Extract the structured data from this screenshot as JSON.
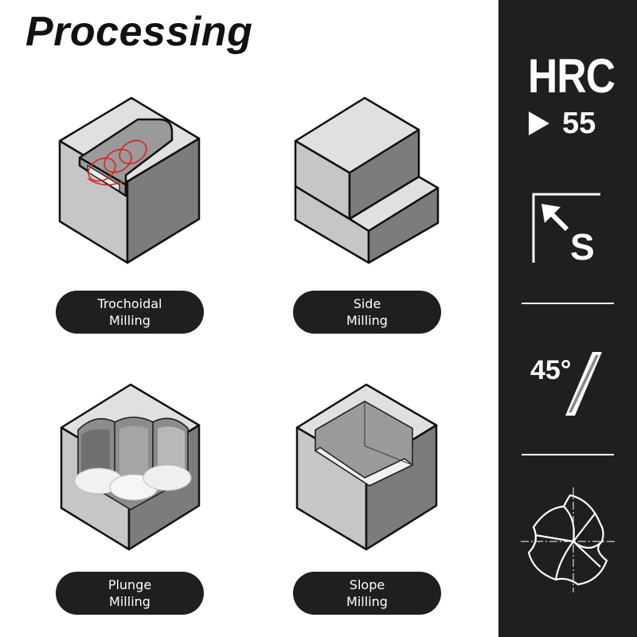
{
  "title": "Processing",
  "methods": [
    {
      "line1": "Trochoidal",
      "line2": "Milling"
    },
    {
      "line1": "Side",
      "line2": "Milling"
    },
    {
      "line1": "Plunge",
      "line2": "Milling"
    },
    {
      "line1": "Slope",
      "line2": "Milling"
    }
  ],
  "sidebar": {
    "hardness_label": "HRC",
    "hardness_value": "55",
    "helix_angle": "45°",
    "shank_symbol": "S"
  },
  "colors": {
    "sidebar_bg": "#1f1f1f",
    "pill_bg": "#1f1f1f",
    "cube_top": "#e2e2e2",
    "cube_left": "#c4c4c4",
    "cube_right": "#7a7a7a",
    "accent_red": "#e02020"
  },
  "icons": [
    "arrow-right-icon",
    "arrow-up-left-icon",
    "helix-angle-icon",
    "flute-cross-section-icon"
  ]
}
